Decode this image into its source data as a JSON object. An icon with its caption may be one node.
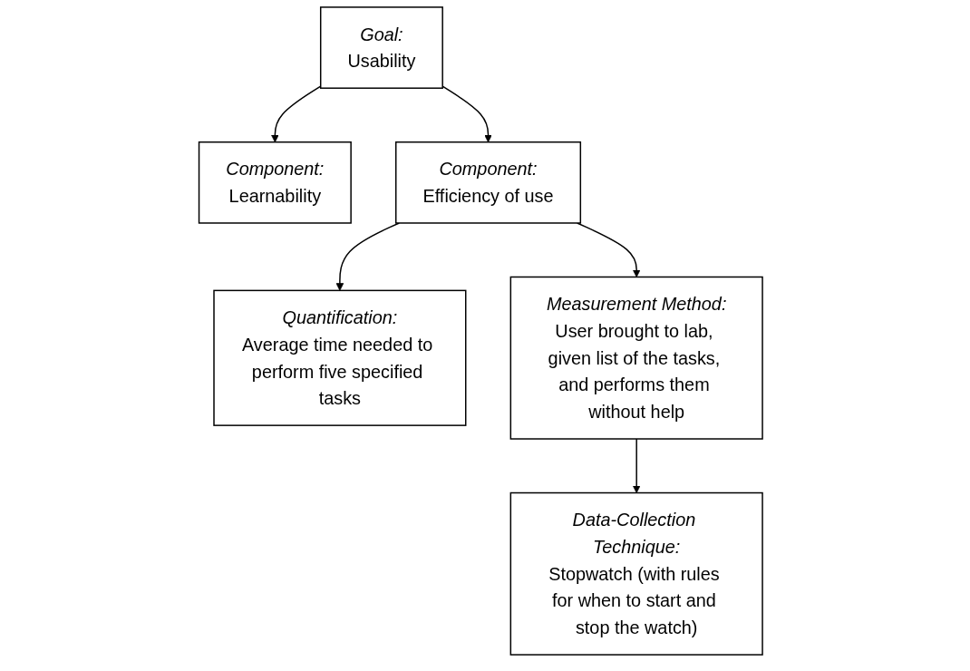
{
  "diagram": {
    "nodes": [
      {
        "text": [
          "Goal:",
          "Usability"
        ]
      },
      {
        "text": [
          "Component:",
          "Learnability"
        ]
      },
      {
        "text": [
          "Component:",
          "Efficiency of use"
        ]
      },
      {
        "text": [
          "Quantification:",
          "Average time needed to perform five specified tasks"
        ]
      },
      {
        "text": [
          "Measurement Method:",
          "User brought to lab, given list of the tasks, and performs them without help"
        ]
      },
      {
        "text": [
          "Data-Collection Technique:",
          "Stopwatch (with rules for when to start and stop the watch)"
        ]
      }
    ],
    "edges": [
      {
        "from": 0,
        "to": 1,
        "arrow": "to"
      },
      {
        "from": 0,
        "to": 2,
        "arrow": "to"
      },
      {
        "from": 2,
        "to": 3,
        "arrow": "to"
      },
      {
        "from": 2,
        "to": 4,
        "arrow": "to"
      },
      {
        "from": 4,
        "to": 5,
        "arrow": "to"
      }
    ]
  }
}
